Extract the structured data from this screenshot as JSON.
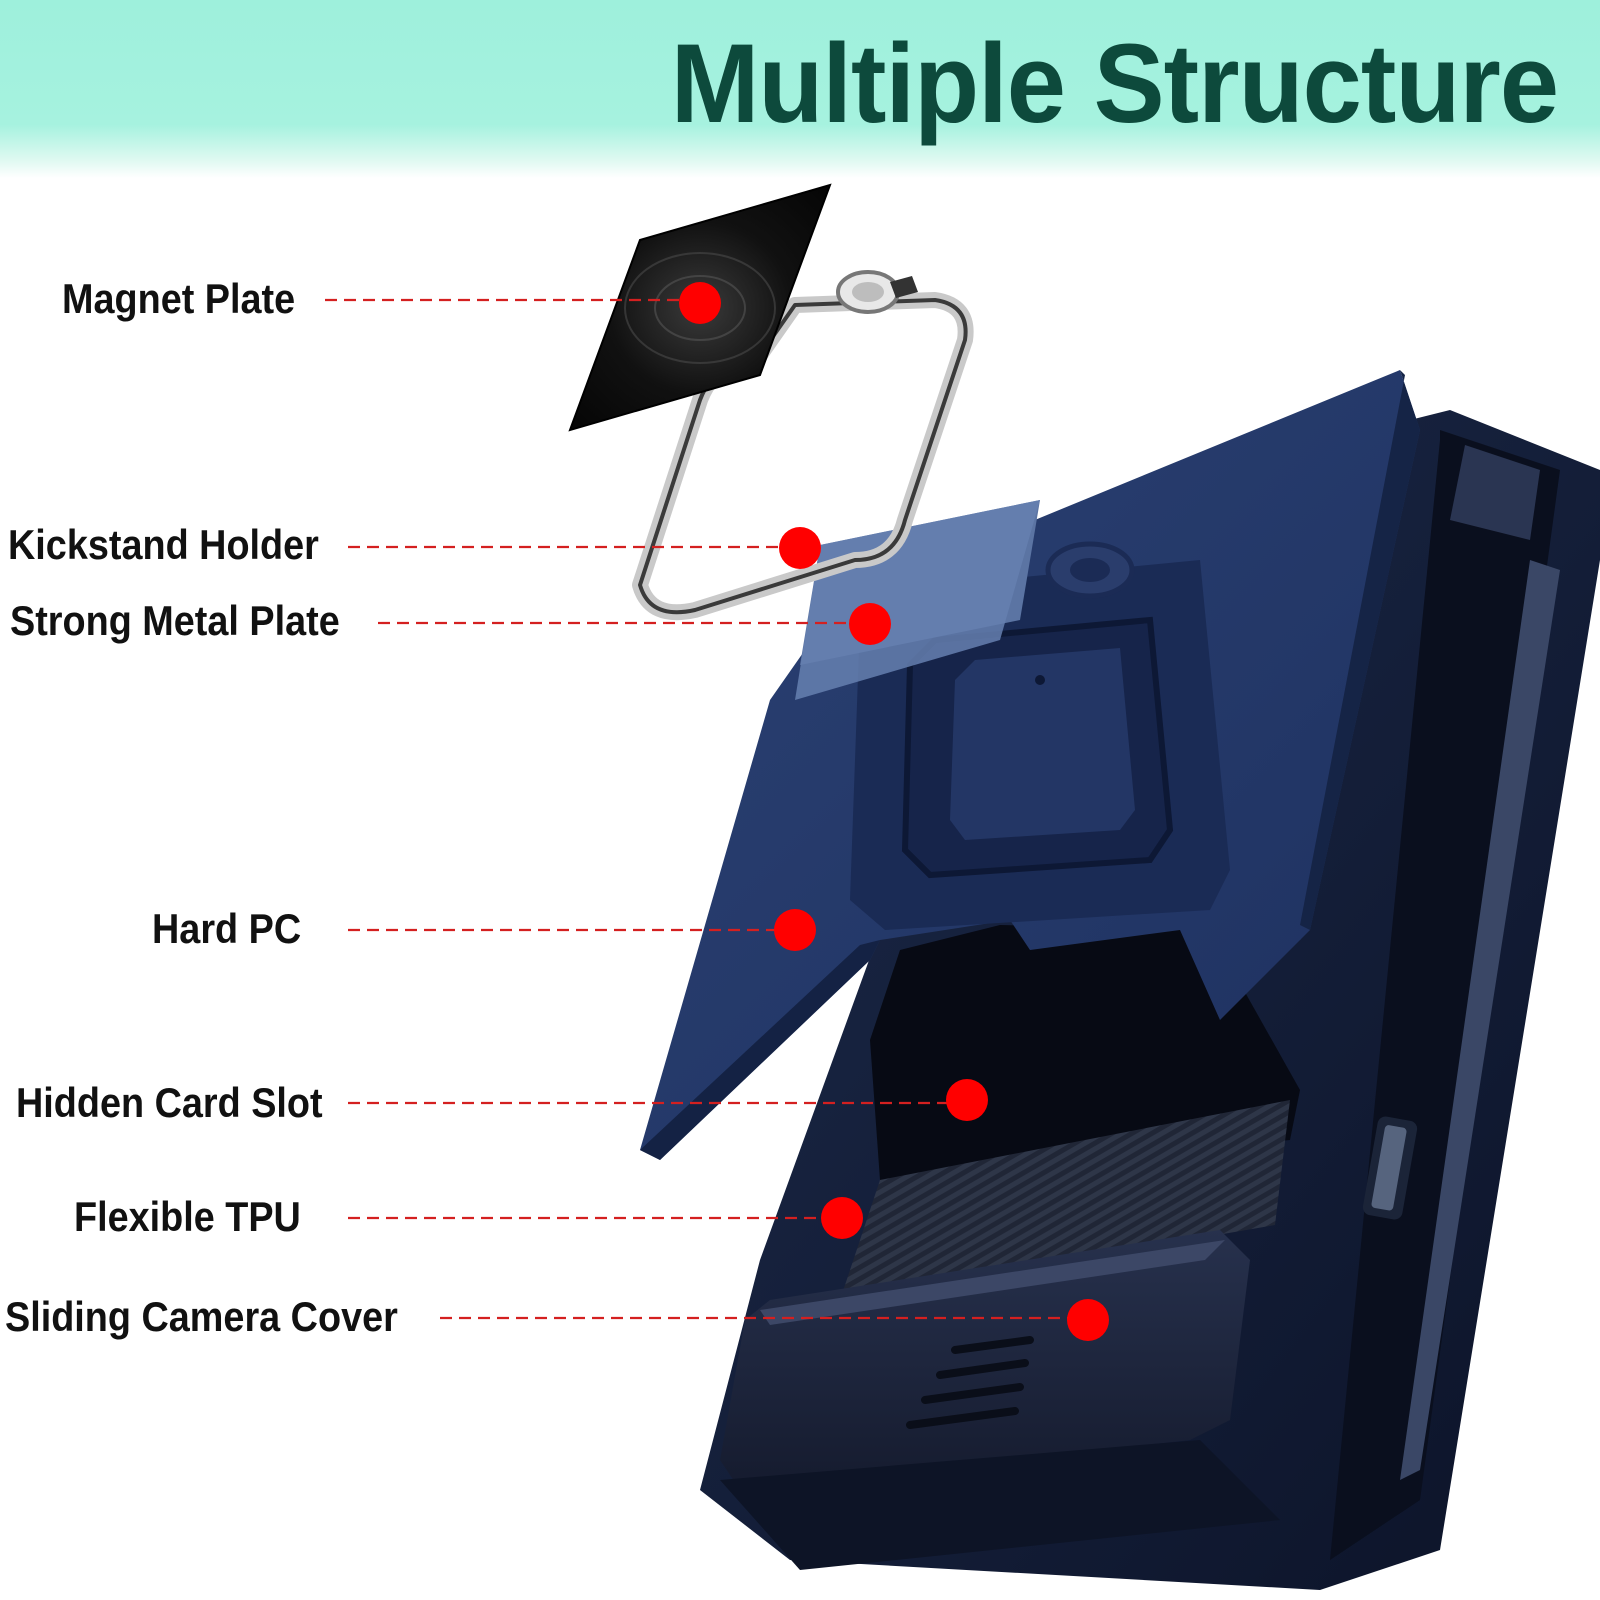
{
  "header": {
    "title": "Multiple Structure"
  },
  "colors": {
    "banner": "#a6f2df",
    "title": "#0d4a3c",
    "marker": "#ff0000",
    "leader": "#d42020",
    "case_blue": "#1f3560"
  },
  "callouts": [
    {
      "id": "magnet-plate",
      "label": "Magnet Plate"
    },
    {
      "id": "kickstand-holder",
      "label": "Kickstand Holder"
    },
    {
      "id": "strong-metal-plate",
      "label": "Strong Metal Plate"
    },
    {
      "id": "hard-pc",
      "label": "Hard PC"
    },
    {
      "id": "hidden-card-slot",
      "label": "Hidden Card Slot"
    },
    {
      "id": "flexible-tpu",
      "label": "Flexible TPU"
    },
    {
      "id": "sliding-camera-cover",
      "label": "Sliding Camera Cover"
    }
  ]
}
